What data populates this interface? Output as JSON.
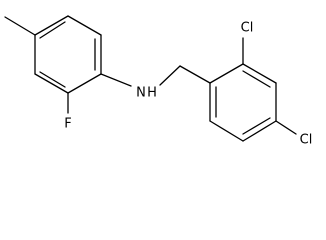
{
  "molecule": {
    "atoms": {
      "nitrogen": "N",
      "hydrogen": "H",
      "fluorine": "F",
      "chlorine_top": "Cl",
      "chlorine_bottom": "Cl"
    },
    "colors": {
      "bond": "#000000",
      "label": "#000000",
      "background": "#ffffff"
    }
  }
}
